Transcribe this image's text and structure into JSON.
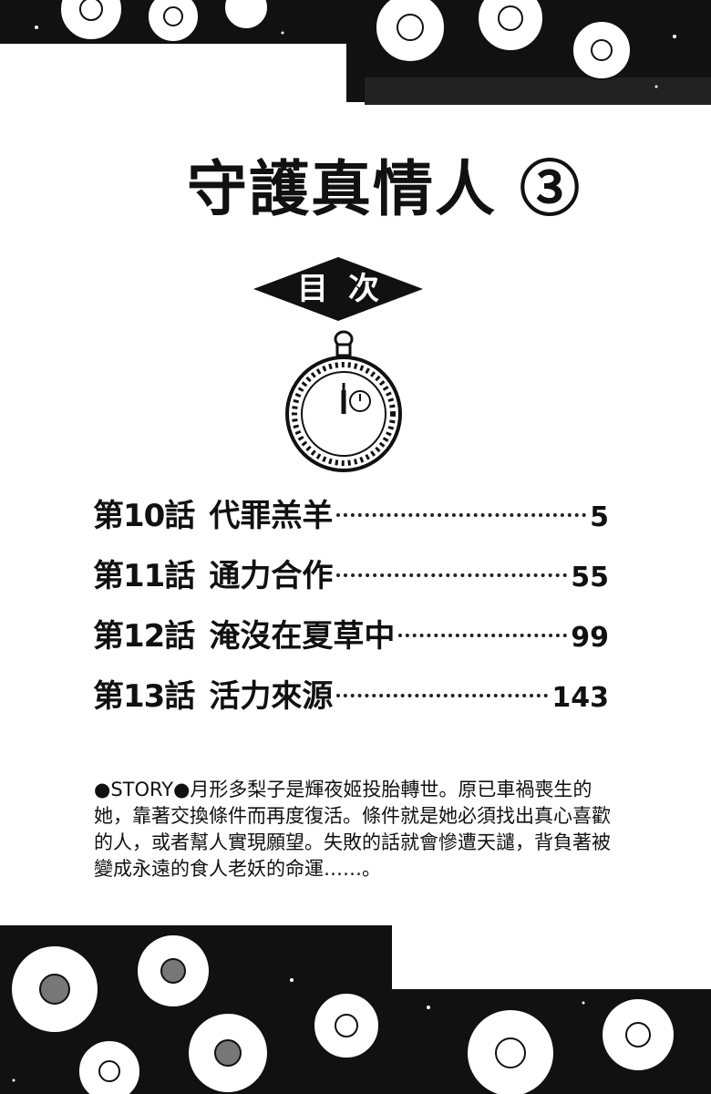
{
  "title": "守護真情人 ③",
  "contents_label": "目次",
  "chapters": [
    {
      "number": "第10話",
      "name": "代罪羔羊",
      "page": "5"
    },
    {
      "number": "第11話",
      "name": "通力合作",
      "page": "55"
    },
    {
      "number": "第12話",
      "name": "淹沒在夏草中",
      "page": "99"
    },
    {
      "number": "第13話",
      "name": "活力來源",
      "page": "143"
    }
  ],
  "story": {
    "text": "●STORY●月形多梨子是輝夜姬投胎轉世。原已車禍喪生的她，靠著交換條件而再度復活。條件就是她必須找出真心喜歡的人，或者幫人實現願望。失敗的話就會慘遭天譴，背負著被變成永遠的食人老妖的命運……。"
  },
  "colors": {
    "ink": "#111111",
    "paper": "#ffffff"
  },
  "icons": {
    "badge": "diamond-badge",
    "watch": "pocket-watch-icon",
    "border_top": "floral-border-top",
    "border_bottom": "floral-border-bottom"
  }
}
